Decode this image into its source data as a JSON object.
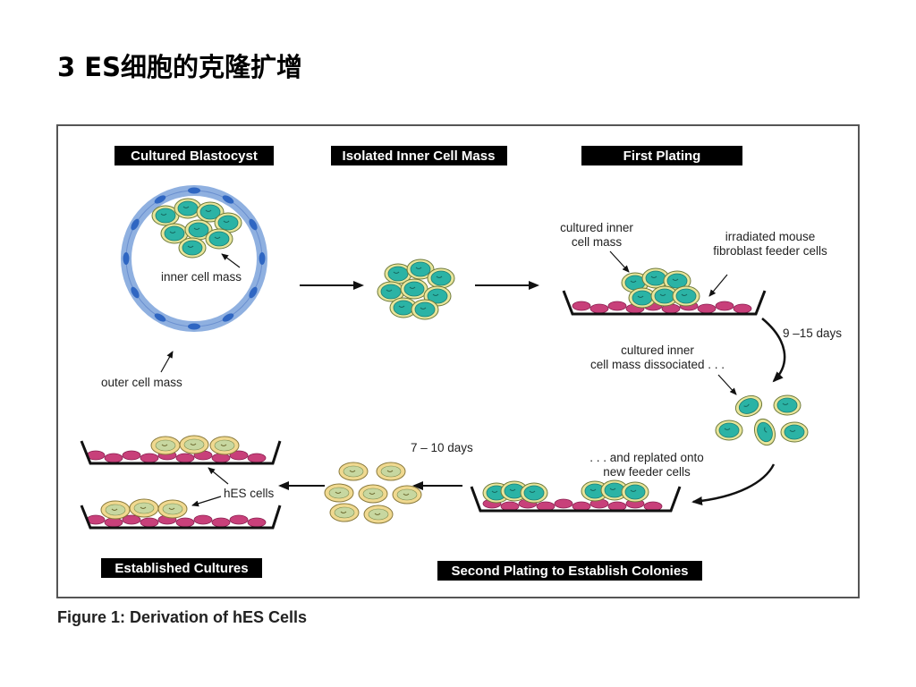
{
  "slide": {
    "title": "3 ES细胞的克隆扩增",
    "caption": "Figure 1:  Derivation of hES Cells"
  },
  "diagram": {
    "stages": {
      "blastocyst": "Cultured Blastocyst",
      "icm": "Isolated Inner Cell Mass",
      "first_plating": "First Plating",
      "established": "Established Cultures",
      "second_plating": "Second Plating to Establish Colonies"
    },
    "labels": {
      "inner_cell_mass": "inner cell mass",
      "outer_cell_mass": "outer cell mass",
      "cultured_icm_1": "cultured inner",
      "cultured_icm_2": "cell mass",
      "feeder_1": "irradiated mouse",
      "feeder_2": "fibroblast feeder cells",
      "days_1": "9 –15 days",
      "dissociated_1": "cultured inner",
      "dissociated_2": "cell mass dissociated . . .",
      "replated_1": ". . . and replated onto",
      "replated_2": "new feeder cells",
      "days_2": "7 – 10 days",
      "hes_cells": "hES cells"
    },
    "colors": {
      "header_bg": "#000000",
      "icm_cell_fill": "#2bb3a5",
      "icm_cell_rim": "#e8e59a",
      "hes_cell_fill": "#f0d990",
      "feeder_cell": "#c8407a",
      "outer_ring": "#8fb0e0",
      "outer_nucleus": "#2f66c2"
    }
  }
}
